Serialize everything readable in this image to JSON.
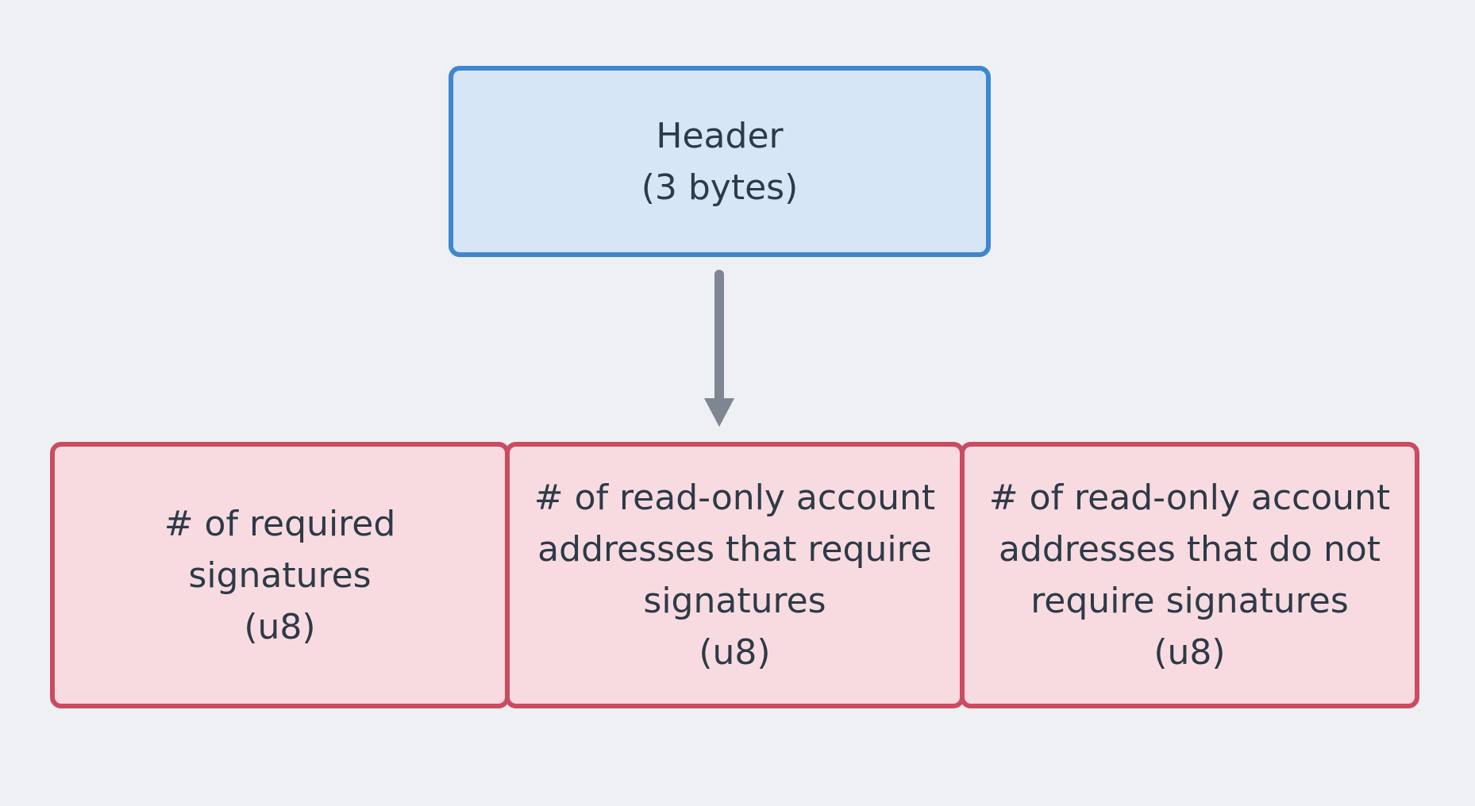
{
  "diagram": {
    "background_color": "#eef0f4",
    "text_color": "#2d3a48",
    "header_node": {
      "label": "Header\n(3 bytes)",
      "fill_color": "#d6e6f6",
      "border_color": "#3e86d0"
    },
    "arrow": {
      "direction": "down",
      "color": "#7e8692"
    },
    "field_style": {
      "fill_color": "#f8dbe0",
      "border_color": "#cb4b60"
    },
    "fields": [
      {
        "label": "# of required\nsignatures\n(u8)"
      },
      {
        "label": "# of read-only account\naddresses that require\nsignatures\n(u8)"
      },
      {
        "label": "# of read-only account\naddresses that do not\nrequire signatures\n(u8)"
      }
    ]
  }
}
